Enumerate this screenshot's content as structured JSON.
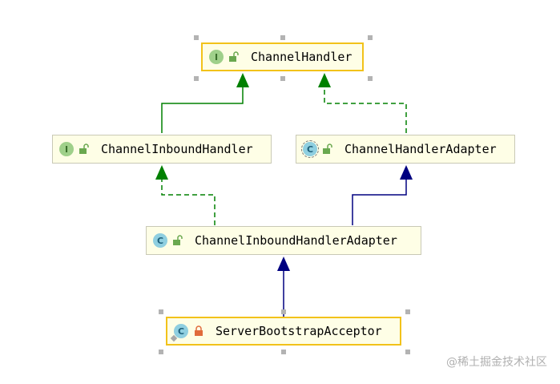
{
  "nodes": {
    "channel_handler": {
      "name": "ChannelHandler",
      "kind": "I",
      "access": "public",
      "selected": true
    },
    "channel_inbound_handler": {
      "name": "ChannelInboundHandler",
      "kind": "I",
      "access": "public",
      "selected": false
    },
    "channel_handler_adapter": {
      "name": "ChannelHandlerAdapter",
      "kind": "C",
      "access": "public",
      "abstract": true,
      "selected": false
    },
    "channel_inbound_handler_adapter": {
      "name": "ChannelInboundHandlerAdapter",
      "kind": "C",
      "access": "public",
      "selected": false
    },
    "server_bootstrap_acceptor": {
      "name": "ServerBootstrapAcceptor",
      "kind": "C",
      "access": "private",
      "static": true,
      "selected": true
    }
  },
  "edges": [
    {
      "from": "channel_inbound_handler",
      "to": "channel_handler",
      "type": "extends",
      "style": "solid",
      "color": "#008000"
    },
    {
      "from": "channel_handler_adapter",
      "to": "channel_handler",
      "type": "implements",
      "style": "dashed",
      "color": "#008000"
    },
    {
      "from": "channel_inbound_handler_adapter",
      "to": "channel_inbound_handler",
      "type": "implements",
      "style": "dashed",
      "color": "#008000"
    },
    {
      "from": "channel_inbound_handler_adapter",
      "to": "channel_handler_adapter",
      "type": "extends",
      "style": "solid",
      "color": "#000080"
    },
    {
      "from": "server_bootstrap_acceptor",
      "to": "channel_inbound_handler_adapter",
      "type": "extends",
      "style": "solid",
      "color": "#000080"
    }
  ],
  "watermark": "@稀土掘金技术社区",
  "colors": {
    "node_fill": "#fefee6",
    "selection_border": "#f2c21a",
    "interface_icon": "#9fd08a",
    "class_icon": "#8fcfe0",
    "lock_open": "#6aa84f",
    "lock_private": "#e06b3c"
  }
}
